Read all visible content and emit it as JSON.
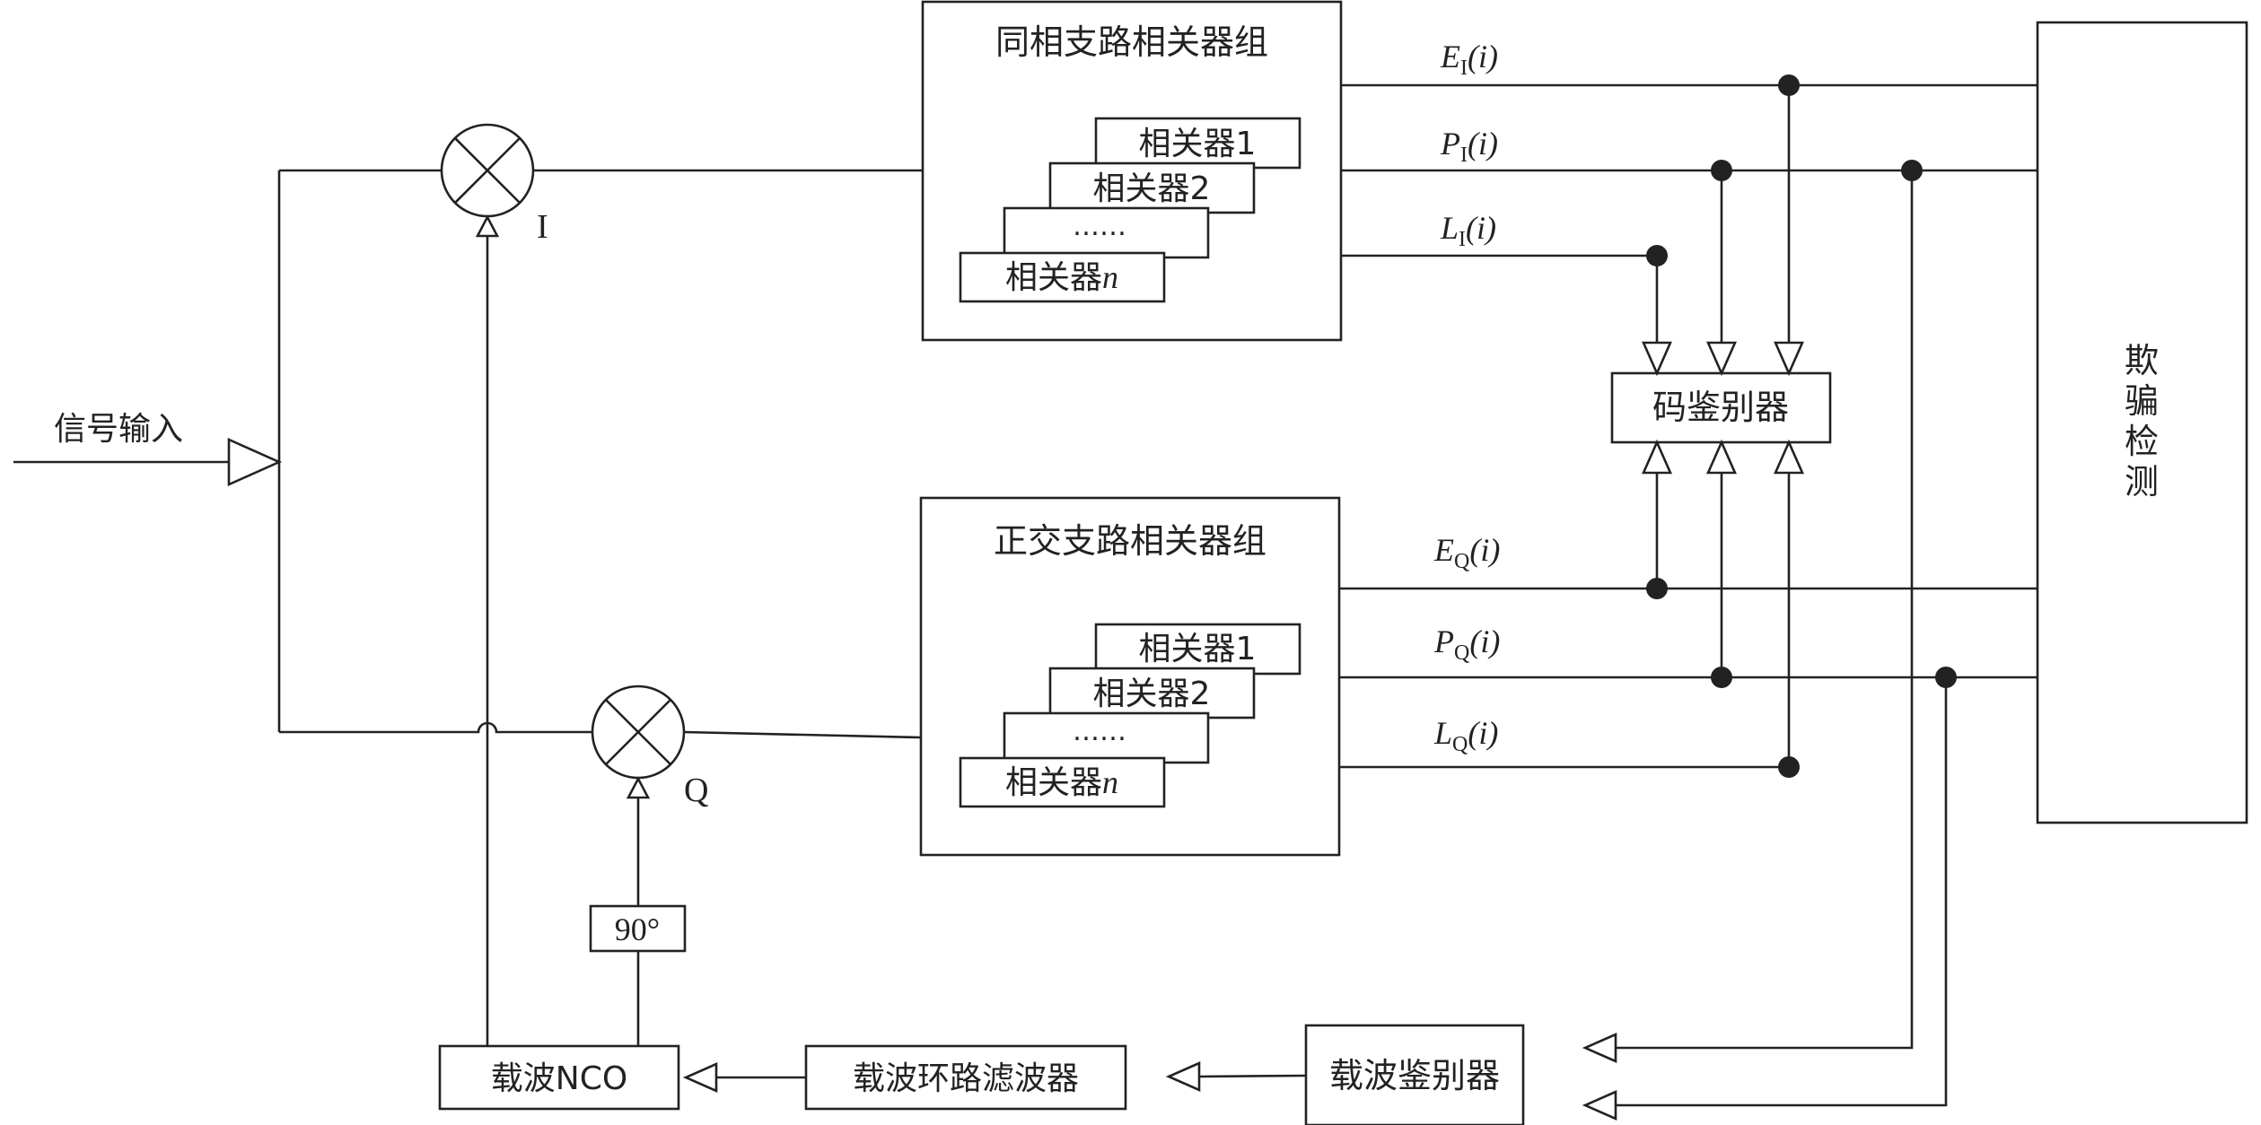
{
  "signal_input": "信号输入",
  "mixer_i_label": "I",
  "mixer_q_label": "Q",
  "in_phase_group": {
    "title": "同相支路相关器组",
    "correlators": [
      "相关器1",
      "相关器2",
      "……",
      "相关器n"
    ]
  },
  "quadrature_group": {
    "title": "正交支路相关器组",
    "correlators": [
      "相关器1",
      "相关器2",
      "……",
      "相关器n"
    ]
  },
  "signals": {
    "ei": {
      "var": "E",
      "sub": "I",
      "arg": "(i)"
    },
    "pi": {
      "var": "P",
      "sub": "I",
      "arg": "(i)"
    },
    "li": {
      "var": "L",
      "sub": "I",
      "arg": "(i)"
    },
    "eq": {
      "var": "E",
      "sub": "Q",
      "arg": "(i)"
    },
    "pq": {
      "var": "P",
      "sub": "Q",
      "arg": "(i)"
    },
    "lq": {
      "var": "L",
      "sub": "Q",
      "arg": "(i)"
    }
  },
  "code_discriminator": "码鉴别器",
  "spoof_detection": [
    "欺",
    "骗",
    "检",
    "测"
  ],
  "phase_shift": "90°",
  "carrier_nco": "载波NCO",
  "carrier_loop_filter": "载波环路滤波器",
  "carrier_discriminator": "载波鉴别器"
}
